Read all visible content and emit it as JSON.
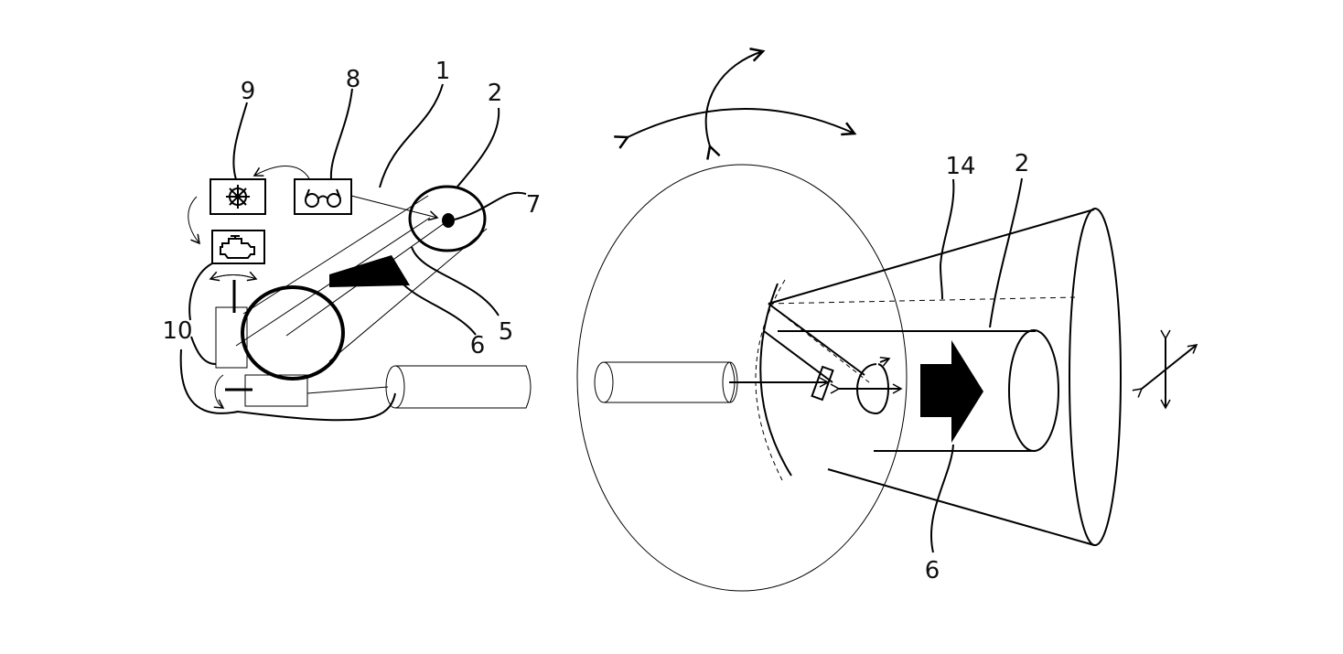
{
  "labels": {
    "l1": "1",
    "l2_left": "2",
    "l2_right": "2",
    "l5": "5",
    "l6_left": "6",
    "l6_right": "6",
    "l7": "7",
    "l8": "8",
    "l9": "9",
    "l10": "10",
    "l14": "14"
  },
  "icons": {
    "steering_wheel": "steering-wheel-icon",
    "glasses": "glasses-icon",
    "engine": "engine-icon"
  },
  "colors": {
    "ink": "#000000",
    "background": "#ffffff"
  }
}
